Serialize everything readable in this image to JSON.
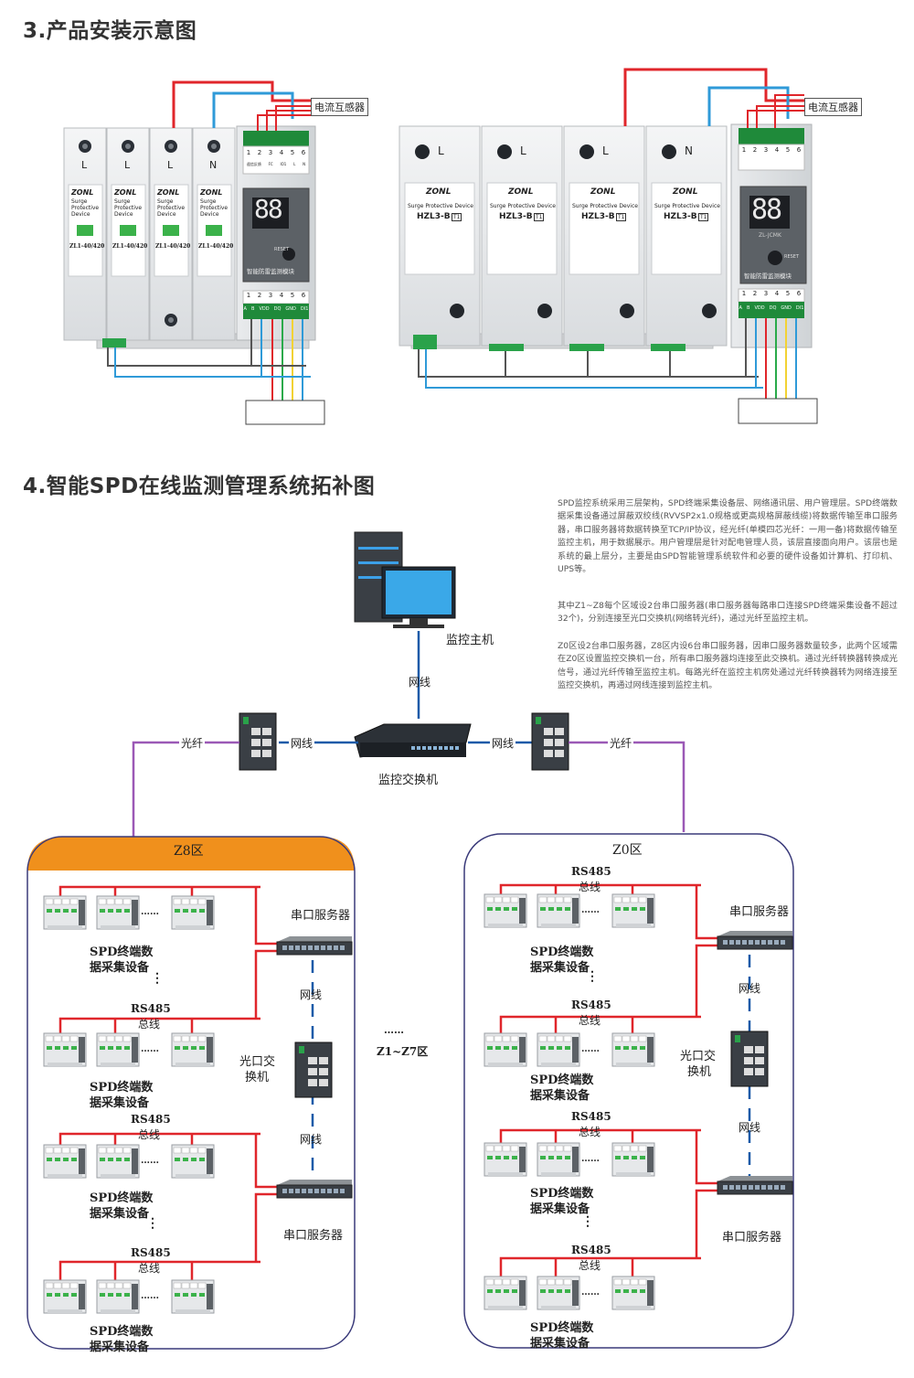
{
  "headings": {
    "section3": "3.产品安装示意图",
    "section4": "4.智能SPD在线监测管理系统拓补图"
  },
  "install": {
    "sensor_label": "电流互感器",
    "left_product": {
      "brand": "ZONL",
      "module_labels": [
        "L",
        "L",
        "L",
        "N"
      ],
      "module_text": [
        "Surge",
        "Protective",
        "Device"
      ],
      "model": "ZL1-40/420",
      "monitor_name": "智能防雷监测模块",
      "terminal_top": [
        "1",
        "2",
        "3",
        "4",
        "5",
        "6"
      ],
      "terminal_top_labels": [
        "遥信反馈",
        "FC",
        "IO1",
        "L",
        "N"
      ],
      "terminal_bottom": [
        "1",
        "2",
        "3",
        "4",
        "5",
        "6"
      ],
      "terminal_bottom_labels": [
        "A",
        "B",
        "VDD",
        "DQ",
        "GND",
        "DI1"
      ],
      "display": "88",
      "reset": "RESET"
    },
    "right_product": {
      "brand": "ZONL",
      "module_labels": [
        "L",
        "L",
        "L",
        "N"
      ],
      "module_text": "Surge Protective Device",
      "model": "HZL3-B",
      "class_badge": "T1",
      "monitor_name": "智能防雷监测模块",
      "monitor_model": "ZL-JCMK",
      "display": "88",
      "reset": "RESET",
      "terminal_top": [
        "1",
        "2",
        "3",
        "4",
        "5",
        "6"
      ],
      "terminal_bottom": [
        "1",
        "2",
        "3",
        "4",
        "5",
        "6"
      ],
      "terminal_bottom_labels": [
        "A",
        "B",
        "VDD",
        "DQ",
        "GND",
        "DI1"
      ]
    }
  },
  "description": {
    "p1": "SPD监控系统采用三层架构，SPD终端采集设备层、网络通讯层、用户管理层。SPD终端数据采集设备通过屏蔽双绞线(RVVSP2x1.0规格或更高规格屏蔽线缆)将数据传输至串口服务器，串口服务器将数据转换至TCP/IP协议，经光纤(单模四芯光纤：一用一备)将数据传输至监控主机，用于数据展示。用户管理层是针对配电管理人员，该层直接面向用户。该层也是系统的最上层分，主要是由SPD智能管理系统软件和必要的硬件设备如计算机、打印机、UPS等。",
    "p2": "其中Z1~Z8每个区域设2台串口服务器(串口服务器每路串口连接SPD终端采集设备不超过32个)，分别连接至光口交换机(网络转光纤)，通过光纤至监控主机。",
    "p3": "Z0区设2台串口服务器，Z8区内设6台串口服务器，因串口服务器数量较多，此两个区域需在Z0区设置监控交换机一台，所有串口服务器均连接至此交换机。通过光纤转换器转换成光信号，通过光纤传输至监控主机。每路光纤在监控主机房处通过光纤转换器转为网络连接至监控交换机，再通过网线连接到监控主机。"
  },
  "topology": {
    "host": "监控主机",
    "switch": "监控交换机",
    "network_cable": "网线",
    "fiber": "光纤",
    "middle_zones": "Z1~Z7区",
    "middle_dots": "……",
    "dots": "……",
    "vdots": "⋮",
    "z8": {
      "title": "Z8区",
      "serial_server": "串口服务器",
      "optical_switch": "光口交换机",
      "spd_line1": "SPD终端数",
      "spd_line2": "据采集设备",
      "rs485": "RS485",
      "bus": "总线"
    },
    "z0": {
      "title": "Z0区",
      "serial_server": "串口服务器",
      "optical_switch_l1": "光口交",
      "optical_switch_l2": "换机",
      "spd_line1": "SPD终端数",
      "spd_line2": "据采集设备",
      "rs485": "RS485",
      "bus": "总线"
    }
  },
  "colors": {
    "wire_red": "#e0262b",
    "wire_blue": "#2f9ad8",
    "wire_yellow": "#f2d233",
    "wire_green": "#2aaa4a",
    "fiber_purple": "#9b59b6",
    "net_blue": "#1a5aa8",
    "zone_orange": "#f0901c",
    "zone_border": "#3a3a7a"
  }
}
